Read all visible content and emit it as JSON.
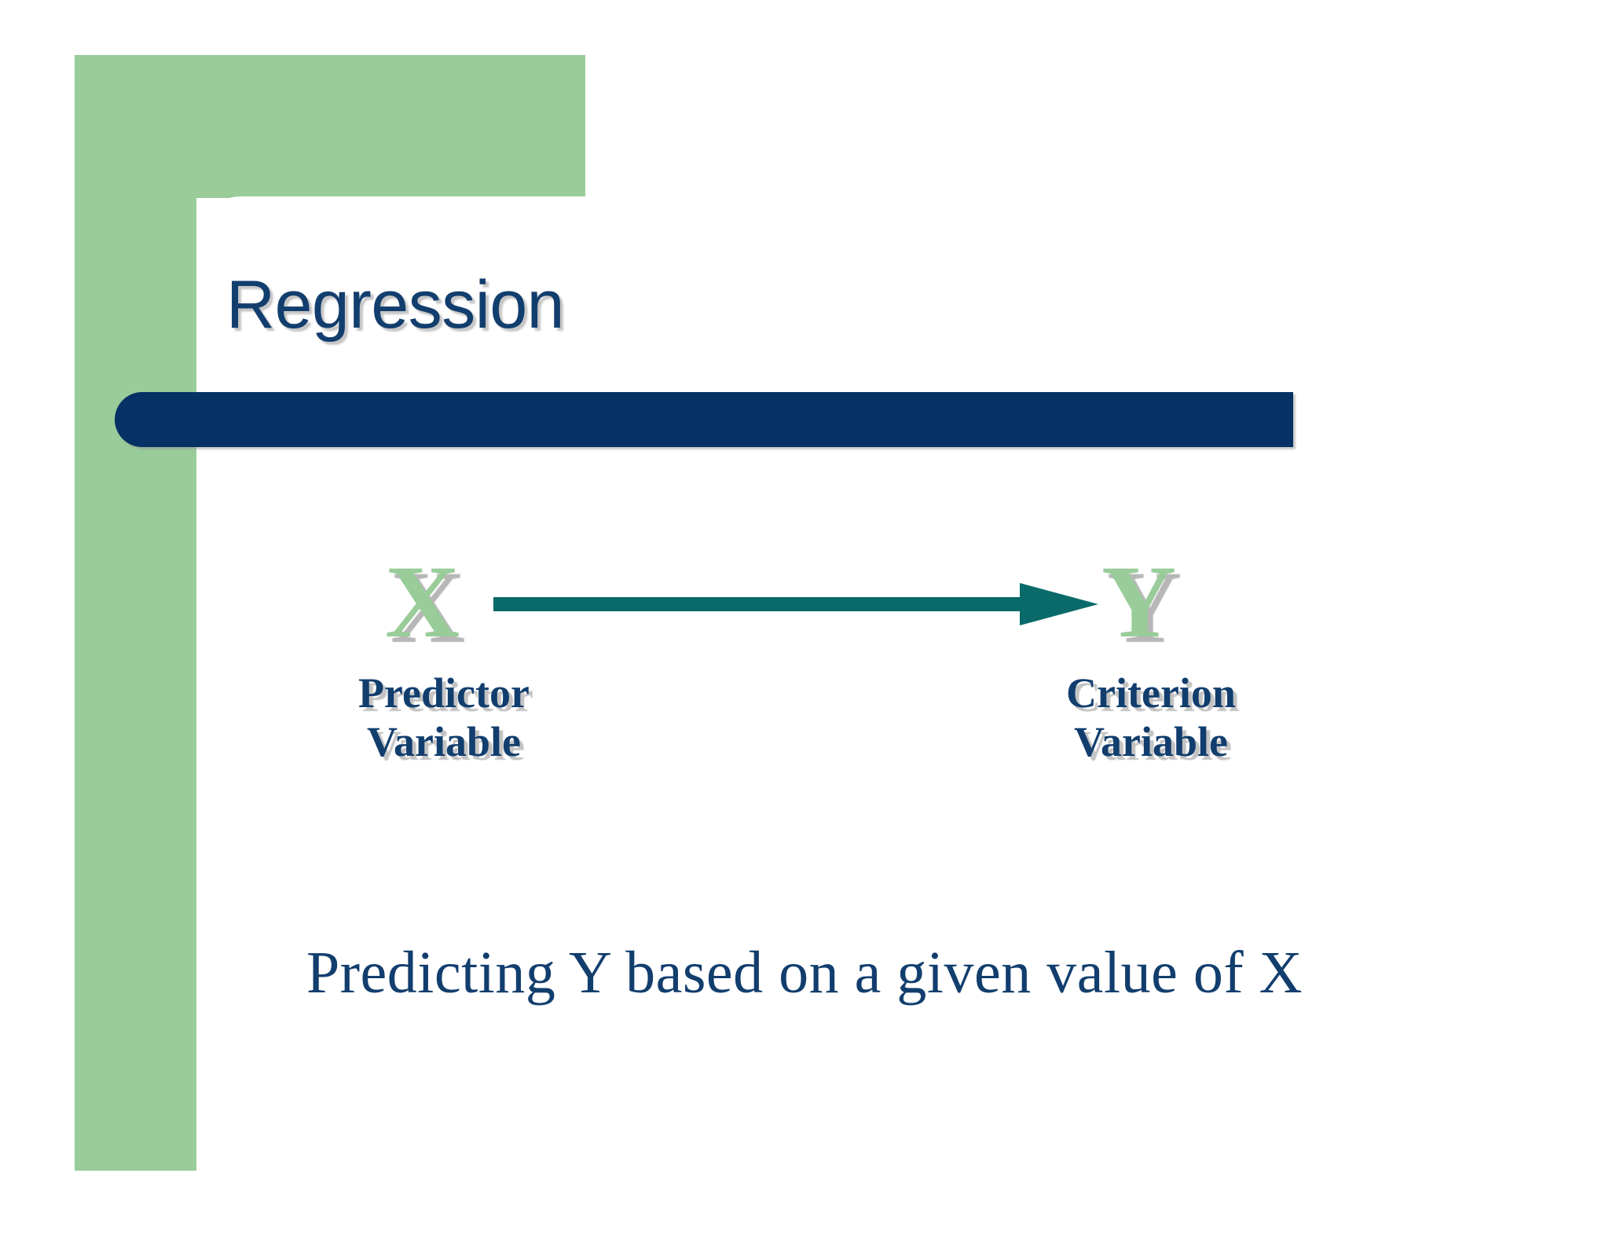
{
  "slide": {
    "title": "Regression",
    "bottom_caption": "Predicting Y based on a given value of X"
  },
  "diagram": {
    "type": "flow",
    "source_letter": "X",
    "source_caption": "Predictor\nVariable",
    "source_caption_line1": "Predictor",
    "source_caption_line2": "Variable",
    "target_letter": "Y",
    "target_caption_line1": "Criterion",
    "target_caption_line2": "Variable",
    "connector": "right-arrow"
  },
  "colors": {
    "background": "#ffffff",
    "accent_green": "#99cc99",
    "accent_navy": "#063165",
    "title_navy": "#123e6e",
    "arrow_teal": "#0a6a6a",
    "shadow_gray": "#aaaaaa"
  }
}
